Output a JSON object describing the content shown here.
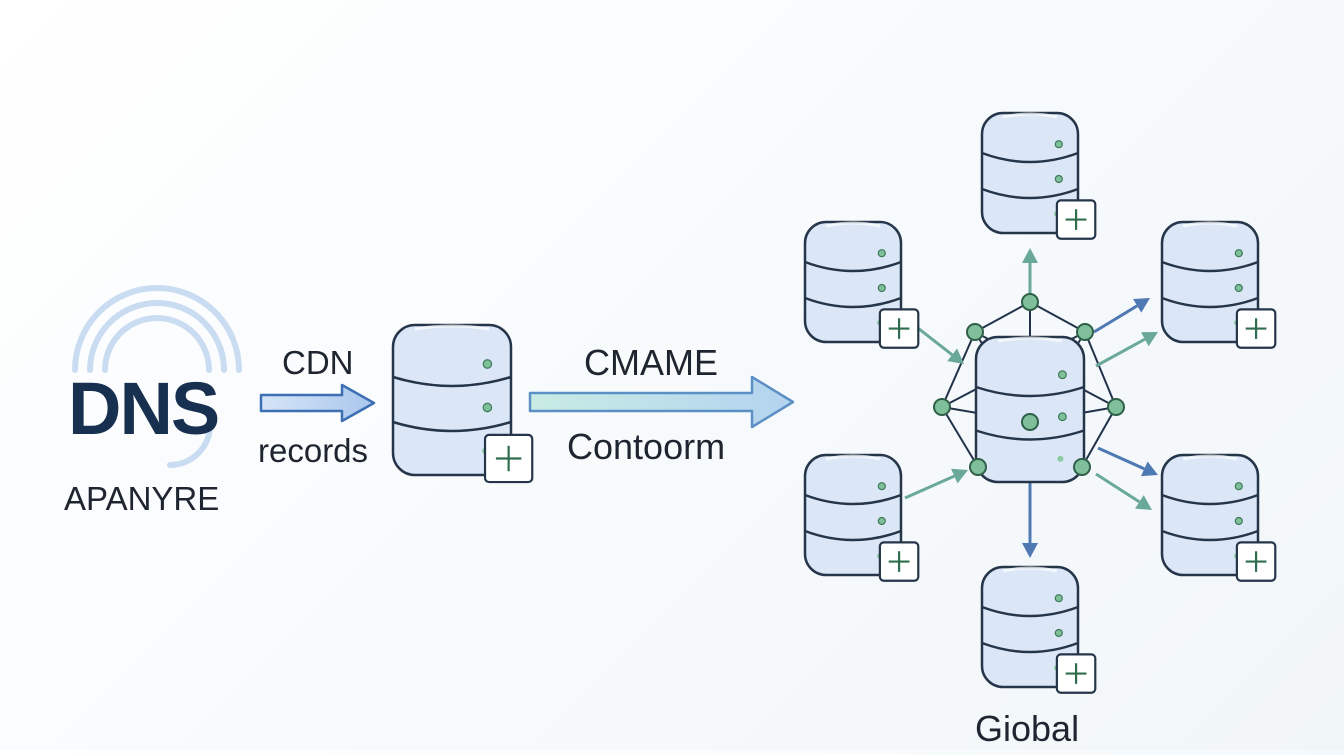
{
  "dns": {
    "title": "DNS",
    "subtitle": "APANYRE"
  },
  "cdn_step": {
    "line1": "CDN",
    "line2": "records"
  },
  "cname_step": {
    "line1": "CMAME",
    "line2": "Contoorm"
  },
  "global": {
    "label": "Giobal"
  },
  "colors": {
    "server_fill": "#dbe7f7",
    "server_stroke": "#26364a",
    "node_fill": "#7fbf9a",
    "arrow_teal": "#6aa99a",
    "arrow_blue": "#4f79b3",
    "cdn_arrow": "#b6cdee",
    "cname_arrow": "#bfe3e2",
    "dns_text": "#17304f"
  }
}
